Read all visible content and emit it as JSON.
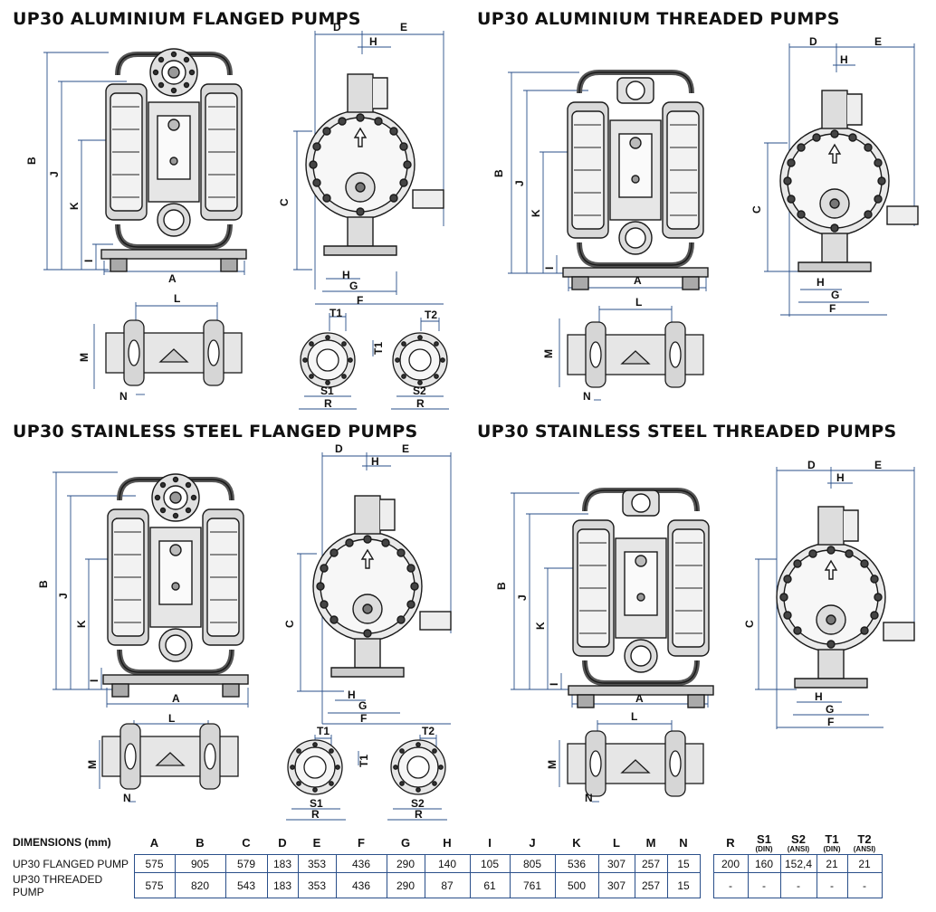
{
  "titles": {
    "aluminium_flanged": "UP30 ALUMINIUM FLANGED PUMPS",
    "aluminium_threaded": "UP30 ALUMINIUM THREADED PUMPS",
    "stainless_flanged": "UP30 STAINLESS STEEL FLANGED PUMPS",
    "stainless_threaded": "UP30 STAINLESS STEEL THREADED PUMPS"
  },
  "dimension_letters": {
    "A": "A",
    "B": "B",
    "C": "C",
    "D": "D",
    "E": "E",
    "F": "F",
    "G": "G",
    "H": "H",
    "I": "I",
    "J": "J",
    "K": "K",
    "L": "L",
    "M": "M",
    "N": "N",
    "R": "R",
    "S1": "S1",
    "S2": "S2",
    "T1": "T1",
    "T2": "T2"
  },
  "table": {
    "header_label": "DIMENSIONS (mm)",
    "columns": [
      "A",
      "B",
      "C",
      "D",
      "E",
      "F",
      "G",
      "H",
      "I",
      "J",
      "K",
      "L",
      "M",
      "N"
    ],
    "columns_right": [
      {
        "label": "R",
        "sub": ""
      },
      {
        "label": "S1",
        "sub": "(DIN)"
      },
      {
        "label": "S2",
        "sub": "(ANSI)"
      },
      {
        "label": "T1",
        "sub": "(DIN)"
      },
      {
        "label": "T2",
        "sub": "(ANSI)"
      }
    ],
    "rows": [
      {
        "name": "UP30 FLANGED PUMP",
        "values": [
          "575",
          "905",
          "579",
          "183",
          "353",
          "436",
          "290",
          "140",
          "105",
          "805",
          "536",
          "307",
          "257",
          "15"
        ],
        "values_right": [
          "200",
          "160",
          "152,4",
          "21",
          "21"
        ]
      },
      {
        "name": "UP30 THREADED PUMP",
        "values": [
          "575",
          "820",
          "543",
          "183",
          "353",
          "436",
          "290",
          "87",
          "61",
          "761",
          "500",
          "307",
          "257",
          "15"
        ],
        "values_right": [
          "-",
          "-",
          "-",
          "-",
          "-"
        ]
      }
    ]
  },
  "colors": {
    "dimension_line": "#2a4f8a",
    "drawing": "#1a1a1a",
    "table_border": "#2a4f8a"
  }
}
